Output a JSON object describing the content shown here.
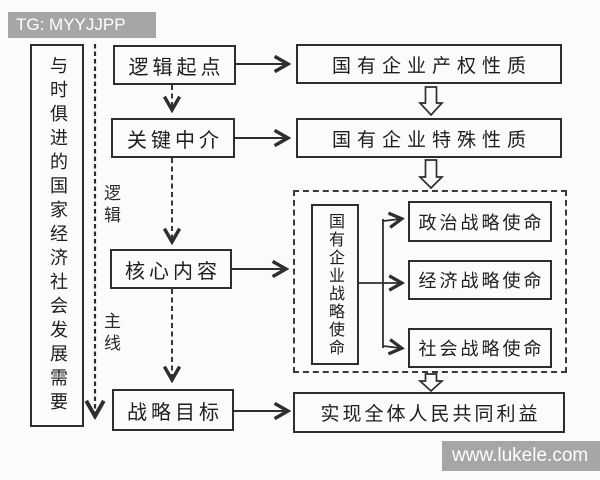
{
  "watermarks": {
    "top": "TG: MYYJJPP",
    "bottom": "www.lukele.com"
  },
  "left_panel": {
    "label": "与时俱进的国家经济社会发展需要"
  },
  "main_line": {
    "top_label": "逻辑",
    "bottom_label": "主线"
  },
  "stages": [
    {
      "label": "逻辑起点"
    },
    {
      "label": "关键中介"
    },
    {
      "label": "核心内容"
    },
    {
      "label": "战略目标"
    }
  ],
  "outcomes": [
    {
      "label": "国有企业产权性质"
    },
    {
      "label": "国有企业特殊性质"
    },
    {
      "label": "实现全体人民共同利益"
    }
  ],
  "mission_group": {
    "parent": "国有企业战略使命",
    "children": [
      "政治战略使命",
      "经济战略使命",
      "社会战略使命"
    ]
  },
  "colors": {
    "background": "#fbfbf9",
    "line": "#2e2e2e",
    "text": "#1e1e1e",
    "watermark_bg": "#a6a6a6",
    "watermark_text": "#ffffff"
  }
}
